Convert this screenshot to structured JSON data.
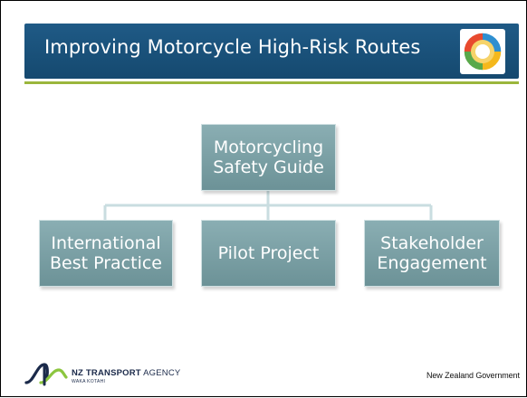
{
  "slide": {
    "title": "Improving Motorcycle High-Risk Routes"
  },
  "diagram": {
    "root": {
      "lines": [
        "Motorcycling",
        "Safety Guide"
      ]
    },
    "children": [
      {
        "lines": [
          "International",
          "Best Practice"
        ]
      },
      {
        "lines": [
          "Pilot Project"
        ]
      },
      {
        "lines": [
          "Stakeholder",
          "Engagement"
        ]
      }
    ]
  },
  "footer": {
    "agency_name_bold": "NZ TRANSPORT",
    "agency_name_rest": " AGENCY",
    "agency_sub": "WAKA KOTAHI",
    "government": "New Zealand Government"
  },
  "colors": {
    "title_bar": "#1a5280",
    "accent_line": "#9bb63c",
    "node_fill": "#7ba1a6"
  }
}
